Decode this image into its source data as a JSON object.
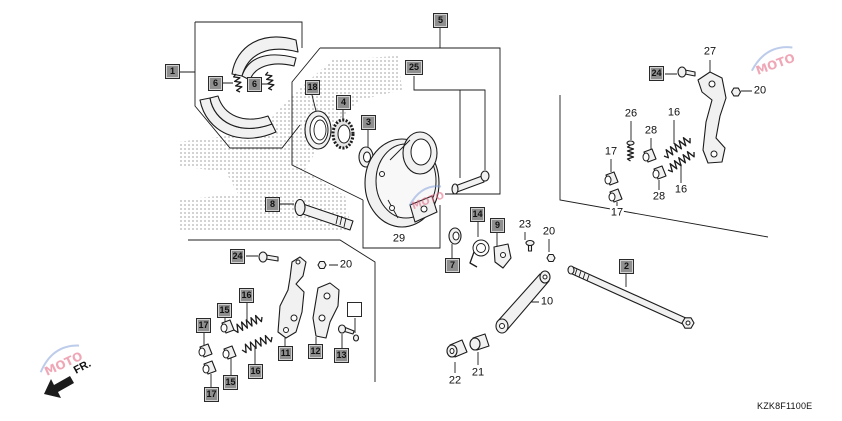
{
  "diagram": {
    "catalog_code": "KZK8F1100E",
    "front_arrow_label": "FR.",
    "watermark": "MOTO",
    "colors": {
      "line": "#1c1c1c",
      "callout_fill": "#8f8f8f",
      "halftone_dots": "#b3b3b3",
      "watermark_text": "#e2607c",
      "watermark_arc": "#7a9ad6"
    },
    "boxed_callouts": [
      "1",
      "6",
      "6",
      "18",
      "4",
      "3",
      "5",
      "25",
      "8",
      "14",
      "9",
      "7",
      "2",
      "24",
      "16",
      "15",
      "17",
      "11",
      "12",
      "13",
      "16",
      "15",
      "17",
      "24"
    ],
    "plain_callouts": [
      "29",
      "20",
      "23",
      "20",
      "10",
      "22",
      "21",
      "27",
      "20",
      "26",
      "16",
      "28",
      "17",
      "16",
      "28",
      "17"
    ]
  }
}
